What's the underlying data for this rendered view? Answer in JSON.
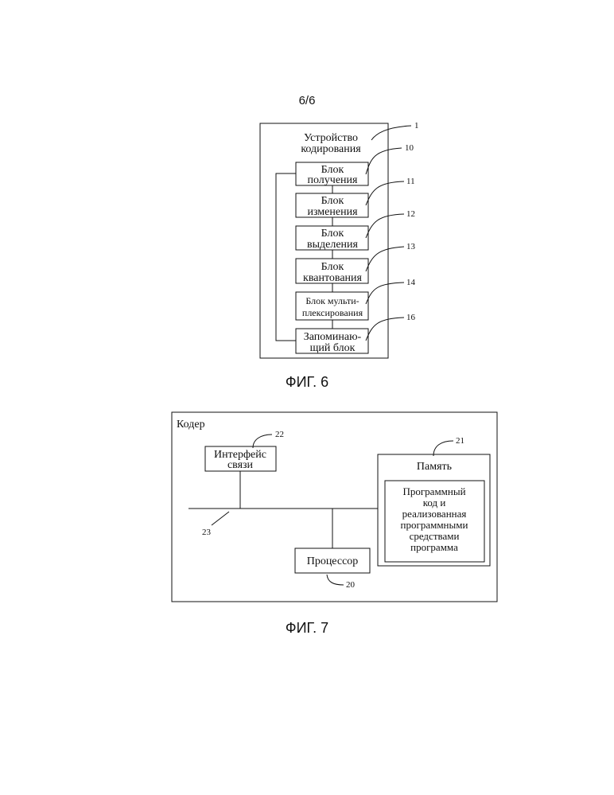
{
  "page": {
    "number": "6/6"
  },
  "fig6": {
    "caption": "ФИГ. 6",
    "device": {
      "line1": "Устройство",
      "line2": "кодирования",
      "ref": "1"
    },
    "blocks": [
      {
        "line1": "Блок",
        "line2": "получения",
        "ref": "10"
      },
      {
        "line1": "Блок",
        "line2": "изменения",
        "ref": "11"
      },
      {
        "line1": "Блок",
        "line2": "выделения",
        "ref": "12"
      },
      {
        "line1": "Блок",
        "line2": "квантования",
        "ref": "13"
      },
      {
        "line1": "Блок мульти-",
        "line2": "плексирования",
        "ref": "14"
      },
      {
        "line1": "Запоминаю-",
        "line2": "щий блок",
        "ref": "16"
      }
    ]
  },
  "fig7": {
    "caption": "ФИГ. 7",
    "encoder": {
      "label": "Кодер"
    },
    "interface": {
      "line1": "Интерфейс",
      "line2": "связи",
      "ref": "22"
    },
    "memory": {
      "label": "Память",
      "ref": "21",
      "program_lines": [
        "Программный",
        "код и",
        "реализованная",
        "программными",
        "средствами",
        "программа"
      ]
    },
    "processor": {
      "label": "Процессор",
      "ref": "20"
    },
    "bus": {
      "ref": "23"
    }
  }
}
